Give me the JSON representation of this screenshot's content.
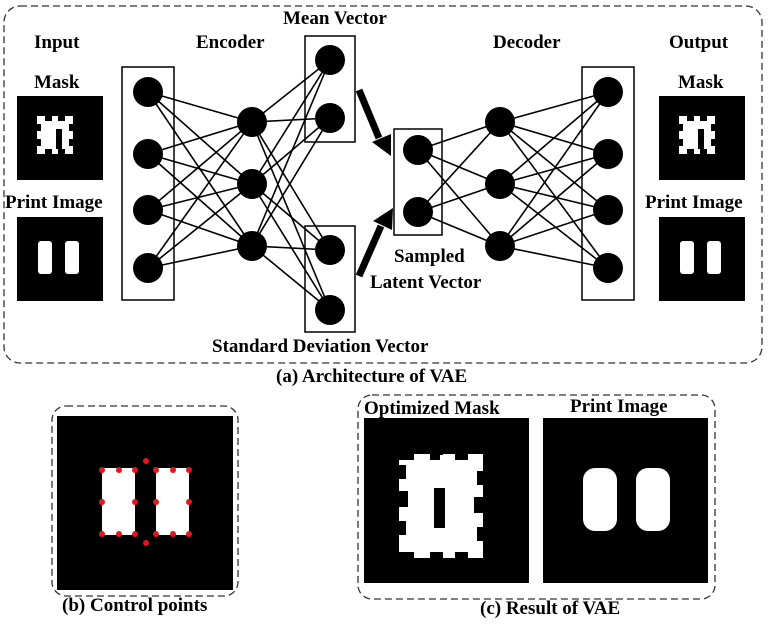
{
  "colors": {
    "foreground": "#000000",
    "background": "#ffffff",
    "control_point": "#e8141b"
  },
  "labels": {
    "input": "Input",
    "input_mask": "Mask",
    "input_print": "Print Image",
    "encoder": "Encoder",
    "mean_vector": "Mean Vector",
    "std_vector": "Standard Deviation Vector",
    "sampled_latent_line1": "Sampled",
    "sampled_latent_line2": "Latent Vector",
    "decoder": "Decoder",
    "output": "Output",
    "output_mask": "Mask",
    "output_print": "Print Image",
    "caption_a": "(a) Architecture of VAE",
    "caption_b": "(b) Control points",
    "caption_c": "(c) Result of VAE",
    "optimized_mask": "Optimized Mask",
    "result_print": "Print Image"
  }
}
